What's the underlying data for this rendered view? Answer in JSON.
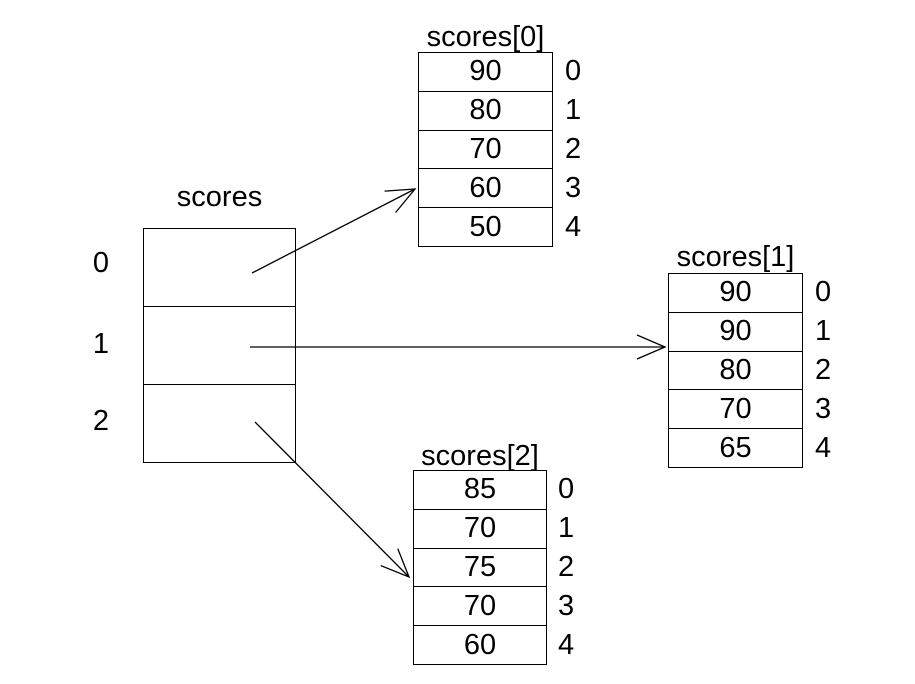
{
  "diagram": {
    "description": "jagged-array-of-arrays illustration",
    "background_color": "#ffffff",
    "line_color": "#000000",
    "text_color": "#000000",
    "main_array": {
      "title": "scores",
      "indices": [
        "0",
        "1",
        "2"
      ]
    },
    "sub_arrays": [
      {
        "title": "scores[0]",
        "values": [
          "90",
          "80",
          "70",
          "60",
          "50"
        ],
        "indices": [
          "0",
          "1",
          "2",
          "3",
          "4"
        ]
      },
      {
        "title": "scores[1]",
        "values": [
          "90",
          "90",
          "80",
          "70",
          "65"
        ],
        "indices": [
          "0",
          "1",
          "2",
          "3",
          "4"
        ]
      },
      {
        "title": "scores[2]",
        "values": [
          "85",
          "70",
          "75",
          "70",
          "60"
        ],
        "indices": [
          "0",
          "1",
          "2",
          "3",
          "4"
        ]
      }
    ]
  }
}
